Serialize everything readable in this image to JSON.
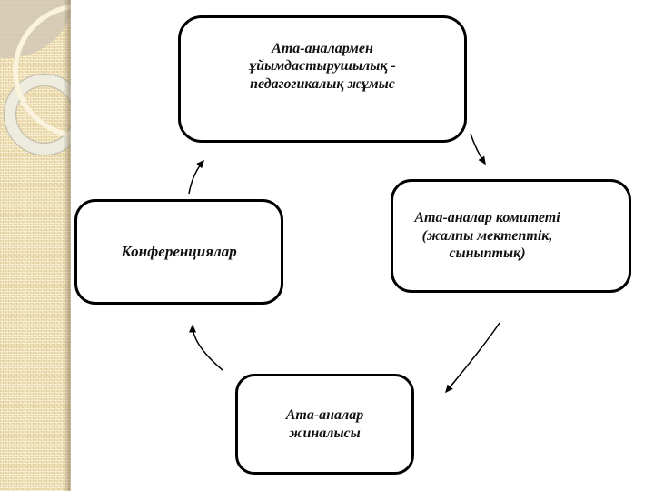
{
  "slide": {
    "background_color": "#ffffff",
    "sidebar": {
      "base_color": "#eee0b6",
      "texture_light": "#f6eed2",
      "texture_dark": "#e6d3a0",
      "edge_shadow_color": "#827355",
      "gray_cap_circle_color": "#d2c9b6",
      "cream_ring_color": "#faf3dd",
      "thick_ring_color": "#edecdf",
      "thick_ring_edge_color": "#c3bdab"
    }
  },
  "diagram": {
    "type": "cycle",
    "colors": {
      "box_border": "#000000",
      "box_fill": "#ffffff",
      "text": "#111111",
      "arrow": "#000000"
    },
    "nodes": [
      {
        "id": "top",
        "label": "Ата-аналармен ұйымдастырушылық - педагогикалық жұмыс",
        "lines": [
          "Ата-аналармен",
          "ұйымдастырушылық -",
          "педагогикалық жұмыс"
        ]
      },
      {
        "id": "right",
        "label": "Ата-аналар комитеті (жалпы мектептік, сыныптық)",
        "lines": [
          "Ата-аналар комитеті",
          "(жалпы мектептік,",
          "сыныптық)"
        ]
      },
      {
        "id": "bottom",
        "label": "Ата-аналар жиналысы",
        "lines": [
          "Ата-аналар",
          "жиналысы"
        ]
      },
      {
        "id": "left",
        "label": "Конференциялар",
        "lines": [
          "Конференциялар"
        ]
      }
    ],
    "arrows": [
      {
        "from": "left",
        "to": "top"
      },
      {
        "from": "top",
        "to": "right"
      },
      {
        "from": "right",
        "to": "bottom"
      },
      {
        "from": "bottom",
        "to": "left"
      }
    ]
  }
}
